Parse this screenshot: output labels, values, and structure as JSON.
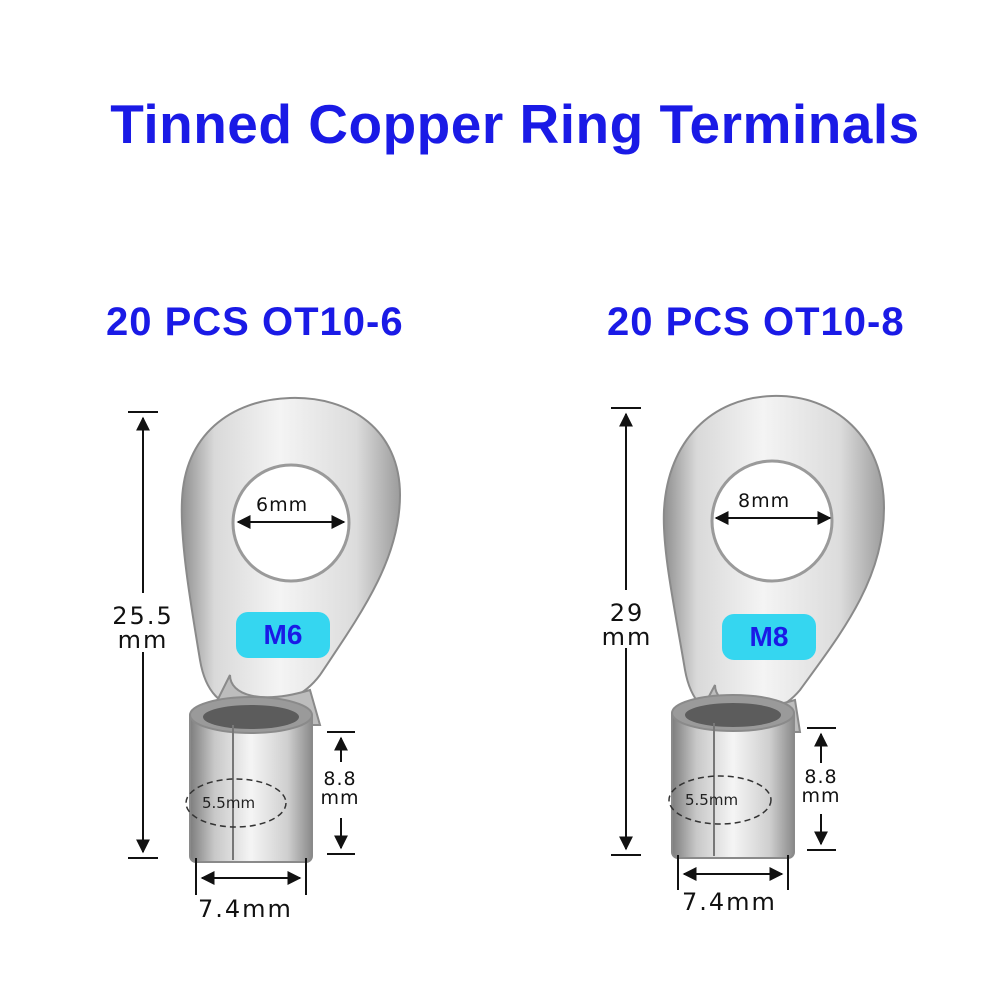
{
  "title": "Tinned Copper Ring Terminals",
  "colors": {
    "heading": "#1a1ae6",
    "badge_bg": "#35d6f0",
    "metal_light": "#f2f2f2",
    "metal_dark": "#9a9a9a"
  },
  "products": [
    {
      "subtitle": "20 PCS OT10-6",
      "hole": "6mm",
      "length_value": "25.5",
      "length_unit": "mm",
      "badge": "M6",
      "wire": "5.5mm",
      "barrel_length_value": "8.8",
      "barrel_length_unit": "mm",
      "width": "7.4mm"
    },
    {
      "subtitle": "20 PCS OT10-8",
      "hole": "8mm",
      "length_value": "29",
      "length_unit": "mm",
      "badge": "M8",
      "wire": "5.5mm",
      "barrel_length_value": "8.8",
      "barrel_length_unit": "mm",
      "width": "7.4mm"
    }
  ]
}
